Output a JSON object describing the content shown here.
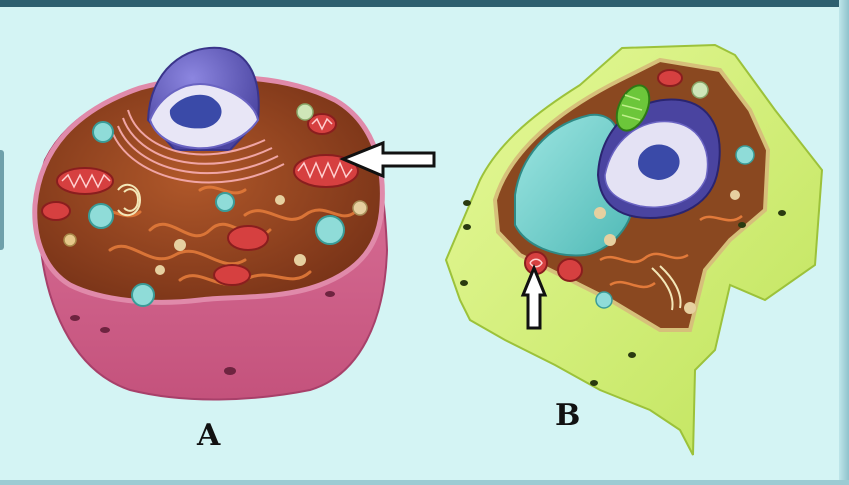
{
  "figure": {
    "cells": [
      {
        "id": "animal",
        "label": "A"
      },
      {
        "id": "plant",
        "label": "B"
      }
    ]
  },
  "colors": {
    "background": "#d4f4f4",
    "animal_membrane": "#d9668f",
    "cytoplasm": "#9a4a22",
    "plant_wall": "#d6f27a",
    "nucleus": "#6a64c2",
    "vacuole": "#7fd6d2",
    "mitochondrion": "#d64040",
    "chloroplast": "#6cc63a",
    "arrow": "#111111"
  },
  "icons": {
    "pointer_a": "outline-arrow-left",
    "pointer_b": "outline-arrow-up"
  }
}
